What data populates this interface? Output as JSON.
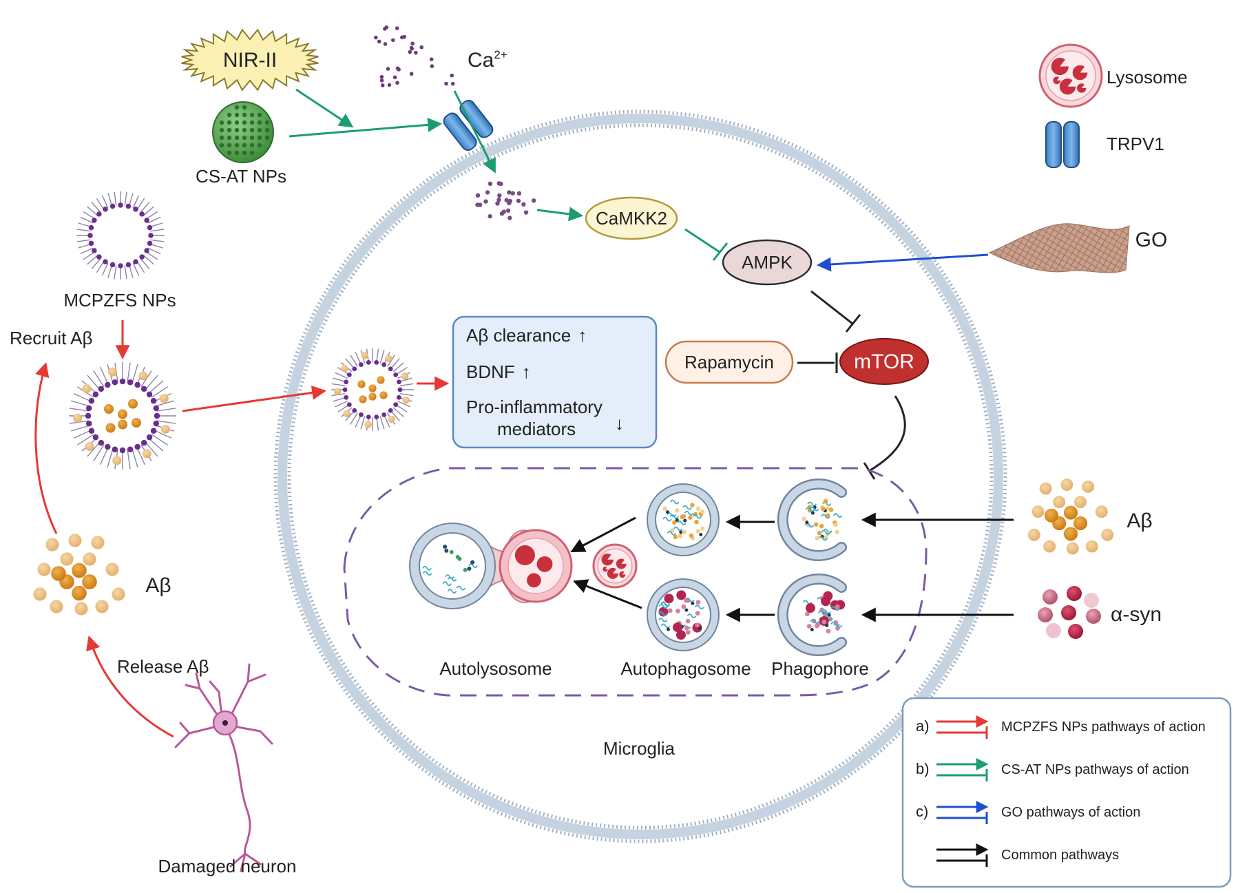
{
  "labels": {
    "nir": "NIR-II",
    "ca": "Ca",
    "ca_sup": "2+",
    "csat": "CS-AT NPs",
    "mcpzfs": "MCPZFS NPs",
    "recruit": "Recruit Aβ",
    "release": "Release Aβ",
    "abeta_left": "Aβ",
    "neuron": "Damaged neuron",
    "camkk2": "CaMKK2",
    "ampk": "AMPK",
    "mtor": "mTOR",
    "rapamycin": "Rapamycin",
    "go": "GO",
    "microglia": "Microglia",
    "autolysosome": "Autolysosome",
    "autophagosome": "Autophagosome",
    "phagophore": "Phagophore",
    "abeta_right": "Aβ",
    "asyn": "α-syn"
  },
  "effects": {
    "line1": "Aβ clearance",
    "arrow1": "↑",
    "line2": "BDNF",
    "arrow2": "↑",
    "line3a": "Pro-inflammatory",
    "line3b": "mediators",
    "arrow3": "↓"
  },
  "key": {
    "lysosome": "Lysosome",
    "trpv1": "TRPV1"
  },
  "legend": [
    {
      "tag": "a)",
      "text": "MCPZFS NPs pathways of action",
      "color": "#e53935"
    },
    {
      "tag": "b)",
      "text": "CS-AT NPs pathways of action",
      "color": "#1a9e6e"
    },
    {
      "tag": "c)",
      "text": "GO pathways of action",
      "color": "#1f4fd1"
    },
    {
      "tag": "",
      "text": "Common pathways",
      "color": "#111111"
    }
  ],
  "colors": {
    "red": "#e53935",
    "green": "#1a9e6e",
    "blue": "#1f4fd1",
    "black": "#111111",
    "membrane": "#aab8c8",
    "purple": "#6a2d91",
    "mtor": "#c0302e",
    "ampk": "#ead8d8",
    "camkk2": "#fbf5d2",
    "rapamycin": "#fff1e6",
    "effect_box": "#e3eefa"
  }
}
